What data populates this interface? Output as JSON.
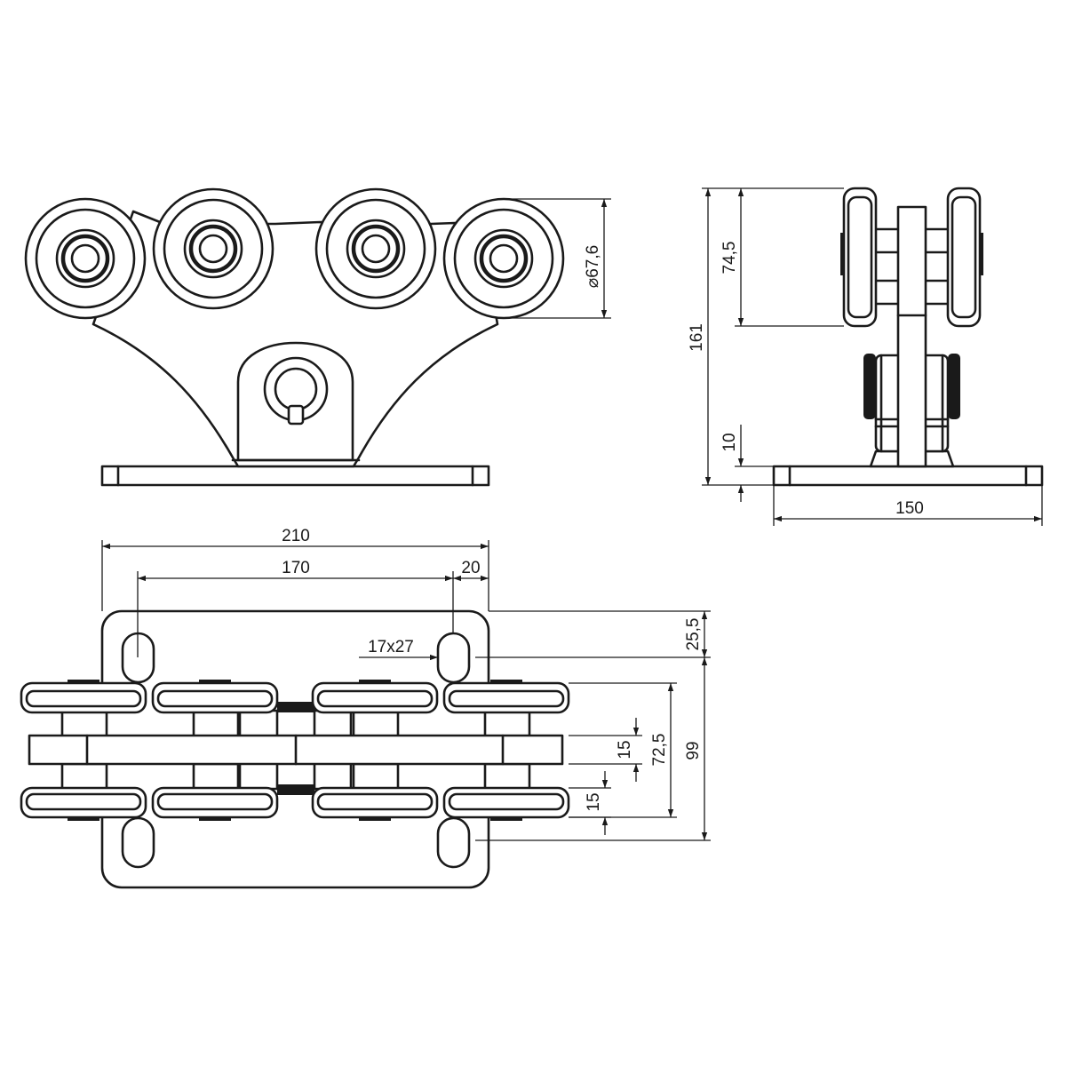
{
  "diagram": {
    "front_view": {
      "roller_count": 4,
      "roller_diameter_label": "67,6"
    },
    "side_view": {
      "height_label": "161",
      "wheel_height_label": "74,5",
      "plate_thickness_label": "10",
      "plate_width_label": "150"
    },
    "top_view": {
      "length_label": "210",
      "hole_spacing_label": "170",
      "hole_edge_label": "20",
      "slot_label": "17x27",
      "hole_offset_label": "25,5",
      "depth_label": "99",
      "wheel_span_label": "72,5",
      "center_gap_label": "15",
      "wheel_width_label": "15"
    }
  }
}
